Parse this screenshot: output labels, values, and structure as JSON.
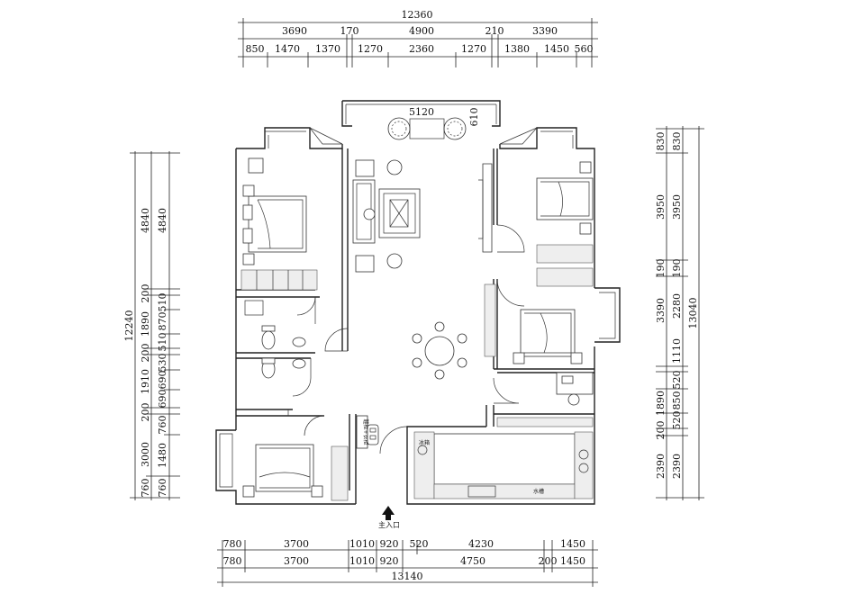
{
  "dimensions": {
    "top_total": "12360",
    "top_row1": [
      "3690",
      "170",
      "4900",
      "210",
      "3390"
    ],
    "top_row2": [
      "850",
      "1470",
      "1370",
      "1270",
      "2360",
      "1270",
      "1380",
      "1450",
      "560"
    ],
    "bottom_total": "13140",
    "bottom_row1": [
      "780",
      "3700",
      "1010",
      "920",
      "520",
      "4230",
      "1450"
    ],
    "bottom_row2": [
      "780",
      "3700",
      "1010",
      "920",
      "4750",
      "200",
      "1450"
    ],
    "left_total": "12240",
    "left_outer": [
      "4840",
      "200",
      "1890",
      "200",
      "1910",
      "200",
      "3000",
      "760"
    ],
    "left_inner": [
      "4840",
      "510",
      "870",
      "510",
      "530",
      "690",
      "690",
      "760",
      "1480",
      "760"
    ],
    "right_total": "13040",
    "right_outer": [
      "830",
      "3950",
      "190",
      "3390",
      "1890",
      "200",
      "2390"
    ],
    "right_inner": [
      "830",
      "3950",
      "190",
      "2280",
      "1110",
      "520",
      "850",
      "520",
      "2390"
    ],
    "balcony_width": "5120",
    "balcony_depth": "610"
  },
  "labels": {
    "main_entrance": "主入口",
    "entry_cabinet": "鞋柜+衣柜",
    "fridge": "冰箱",
    "sink": "水槽"
  }
}
